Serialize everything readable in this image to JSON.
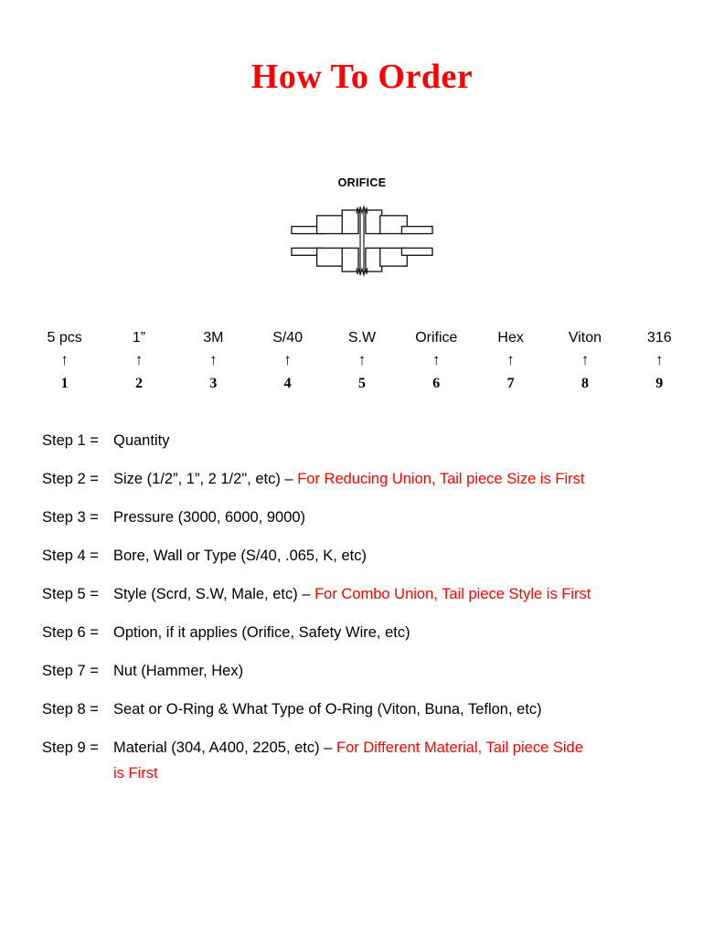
{
  "page_title": "How To Order",
  "colors": {
    "title_red": "#fe0000",
    "note_red": "#ff0000",
    "text_black": "#000000"
  },
  "diagram": {
    "label": "ORIFICE",
    "icon": "orifice-union-fitting-drawing"
  },
  "order_code": {
    "arrow": "↑",
    "items": [
      {
        "label": "5 pcs",
        "number": "1"
      },
      {
        "label": "1”",
        "number": "2"
      },
      {
        "label": "3M",
        "number": "3"
      },
      {
        "label": "S/40",
        "number": "4"
      },
      {
        "label": "S.W",
        "number": "5"
      },
      {
        "label": "Orifice",
        "number": "6"
      },
      {
        "label": "Hex",
        "number": "7"
      },
      {
        "label": "Viton",
        "number": "8"
      },
      {
        "label": "316",
        "number": "9"
      }
    ]
  },
  "steps": [
    {
      "label": "Step 1 =",
      "text": "Quantity",
      "note": ""
    },
    {
      "label": "Step 2 =",
      "text": "Size (1/2”, 1”, 2 1/2\", etc) – ",
      "note": "For Reducing Union, Tail piece Size is First"
    },
    {
      "label": "Step 3 =",
      "text": "Pressure (3000, 6000, 9000)",
      "note": ""
    },
    {
      "label": "Step 4 =",
      "text": "Bore, Wall or Type (S/40, .065, K, etc)",
      "note": ""
    },
    {
      "label": "Step 5 =",
      "text": "Style (Scrd, S.W, Male, etc) – ",
      "note": "For Combo Union, Tail piece Style is First"
    },
    {
      "label": "Step 6 =",
      "text": "Option, if it applies (Orifice, Safety Wire, etc)",
      "note": ""
    },
    {
      "label": "Step 7 =",
      "text": "Nut (Hammer, Hex)",
      "note": ""
    },
    {
      "label": "Step 8 =",
      "text": "Seat or O-Ring & What Type of O-Ring (Viton, Buna, Teflon, etc)",
      "note": ""
    },
    {
      "label": "Step 9 =",
      "text": "Material (304, A400, 2205, etc) – ",
      "note": "For Different Material, Tail piece Side",
      "note2": "is First"
    }
  ]
}
